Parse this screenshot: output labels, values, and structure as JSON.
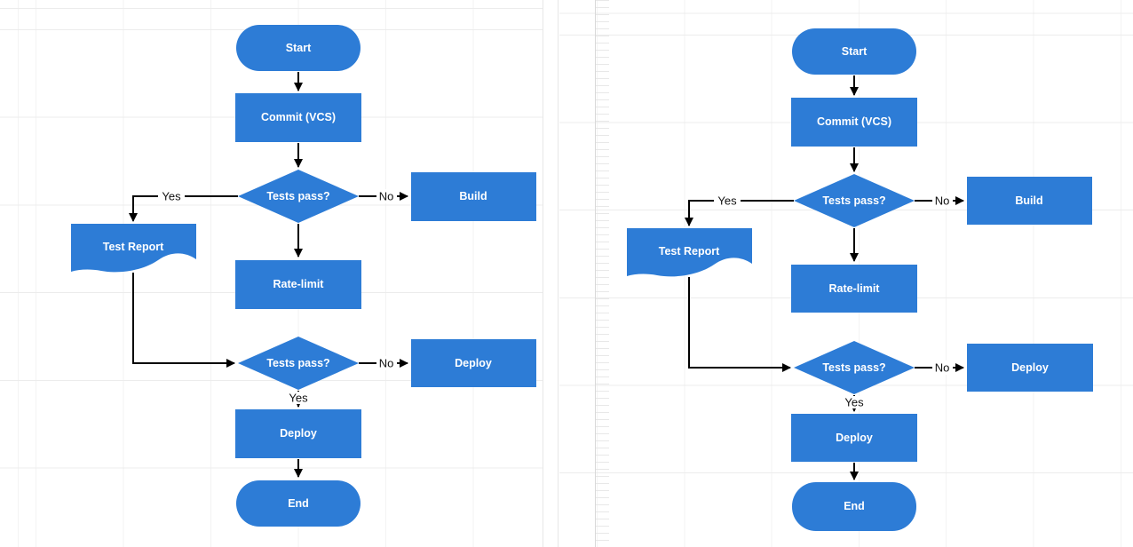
{
  "panels": [
    {
      "name": "left",
      "nodes": {
        "start": "Start",
        "commit": "Commit (VCS)",
        "decision1": "Tests pass?",
        "build": "Build",
        "test_report": "Test Report",
        "rate_limit": "Rate-limit",
        "decision2": "Tests pass?",
        "deploy_alt": "Deploy",
        "deploy": "Deploy",
        "end": "End"
      },
      "edges": {
        "yes1": "Yes",
        "no1": "No",
        "no2": "No",
        "yes2": "Yes"
      }
    },
    {
      "name": "right",
      "nodes": {
        "start": "Start",
        "commit": "Commit (VCS)",
        "decision1": "Tests pass?",
        "build": "Build",
        "test_report": "Test Report",
        "rate_limit": "Rate-limit",
        "decision2": "Tests pass?",
        "deploy_alt": "Deploy",
        "deploy": "Deploy",
        "end": "End"
      },
      "edges": {
        "yes1": "Yes",
        "no1": "No",
        "no2": "No",
        "yes2": "Yes"
      }
    }
  ],
  "colors": {
    "node_fill": "#2d7cd6",
    "node_text": "#ffffff",
    "edge_line": "#000000",
    "grid_line": "#ededed",
    "ruler_line": "#d9d9d9"
  }
}
